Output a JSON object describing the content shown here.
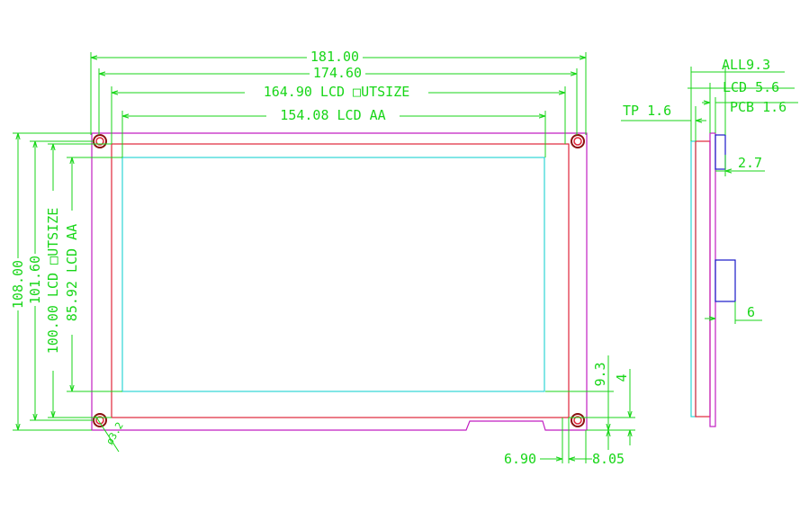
{
  "front_view": {
    "width_labels": {
      "overall": "181.00",
      "hole_pitch": "174.60",
      "lcd_outsize": "164.90 LCD □UTSIZE",
      "lcd_aa": "154.08 LCD AA"
    },
    "height_labels": {
      "overall": "108.00",
      "hole_pitch": "101.60",
      "lcd_outsize": "100.00 LCD □UTSIZE",
      "lcd_aa": "85.92 LCD AA"
    },
    "right_labels": {
      "aa_offset": "9.3",
      "outsize_offset": "4"
    },
    "bottom_labels": {
      "left": "6.90",
      "right": "8.05"
    },
    "hole_label": "ø3.2"
  },
  "side_view": {
    "thickness_labels": {
      "all": "ALL9.3",
      "lcd": "LCD 5.6",
      "pcb": "PCB 1.6",
      "tp": "TP 1.6"
    },
    "part_labels": {
      "top_component": "2.7",
      "bottom_component": "6"
    }
  },
  "colors": {
    "dimension": "#18d618",
    "pcb_outline": "#c21fc2",
    "lcd_outline": "#e0243a",
    "active_area": "#2ed5d5",
    "component": "#1818c8"
  }
}
